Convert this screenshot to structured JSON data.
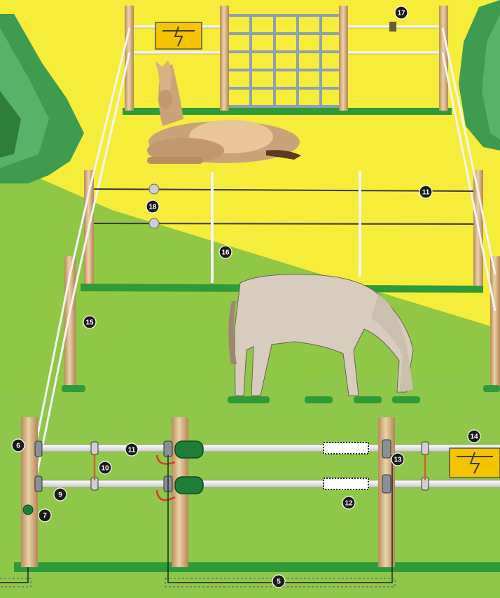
{
  "diagram": {
    "callouts": [
      {
        "id": "c17",
        "label": "17"
      },
      {
        "id": "c11a",
        "label": "11"
      },
      {
        "id": "c18",
        "label": "18"
      },
      {
        "id": "c16",
        "label": "16"
      },
      {
        "id": "c15",
        "label": "15"
      },
      {
        "id": "c6",
        "label": "6"
      },
      {
        "id": "c10",
        "label": "10"
      },
      {
        "id": "c11b",
        "label": "11"
      },
      {
        "id": "c14",
        "label": "14"
      },
      {
        "id": "c13",
        "label": "13"
      },
      {
        "id": "c9",
        "label": "9"
      },
      {
        "id": "c7",
        "label": "7"
      },
      {
        "id": "c12",
        "label": "12"
      },
      {
        "id": "c5",
        "label": "5"
      }
    ],
    "colors": {
      "field_yellow": "#f6ec3a",
      "grass_green": "#8dc63f",
      "grass_dark": "#2f9a38",
      "post_wood": "#d9b489",
      "tape_white": "#f4f4f4",
      "sign_yellow": "#f5c400"
    }
  }
}
